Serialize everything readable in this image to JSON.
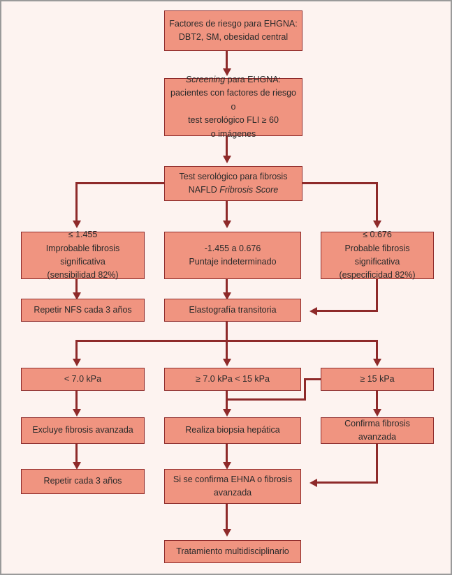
{
  "diagram": {
    "title": "Algoritmo de cribado y manejo de EHGNA / fibrosis",
    "colors": {
      "background": "#fdf3f0",
      "node_fill": "#f09480",
      "node_border": "#8e2a2a",
      "connector": "#8e2a2a",
      "text": "#2b2b2b",
      "frame": "#9a9a9a"
    },
    "nodes": {
      "risk_factors": {
        "line1": "Factores de riesgo para EHGNA:",
        "line2": "DBT2, SM, obesidad central"
      },
      "screening": {
        "line1_em": "Screening",
        "line1_rest": " para EHGNA:",
        "line2": "pacientes con factores de riesgo o",
        "line3": "test serológico FLI ≥ 60",
        "line4": "o imágenes"
      },
      "serology_test": {
        "line1": "Test serológico para fibrosis",
        "line2_pre": "NAFLD ",
        "line2_em": "Fribrosis Score"
      },
      "nfs_low": {
        "line1": "≤ 1.455",
        "line2": "Improbable fibrosis significativa",
        "line3": "(sensibilidad 82%)"
      },
      "nfs_mid": {
        "line1": "-1.455 a 0.676",
        "line2": "Puntaje indeterminado"
      },
      "nfs_high": {
        "line1": "≤ 0.676",
        "line2": "Probable fibrosis significativa",
        "line3": "(especificidad 82%)"
      },
      "repeat_nfs": {
        "line1": "Repetir NFS cada 3 años"
      },
      "elastography": {
        "line1": "Elastografía transitoria"
      },
      "kpa_low": {
        "line1": "< 7.0 kPa"
      },
      "kpa_mid": {
        "line1": "≥ 7.0 kPa < 15 kPa"
      },
      "kpa_high": {
        "line1": "≥ 15 kPa"
      },
      "exclude_fibrosis": {
        "line1": "Excluye fibrosis avanzada"
      },
      "liver_biopsy": {
        "line1": "Realiza biopsia hepática"
      },
      "confirm_fibrosis": {
        "line1": "Confirma fibrosis avanzada"
      },
      "repeat_3y": {
        "line1": "Repetir cada 3 años"
      },
      "if_confirmed": {
        "line1": "Si se confirma EHNA o fibrosis",
        "line2": "avanzada"
      },
      "treatment": {
        "line1": "Tratamiento multidisciplinario"
      }
    }
  }
}
